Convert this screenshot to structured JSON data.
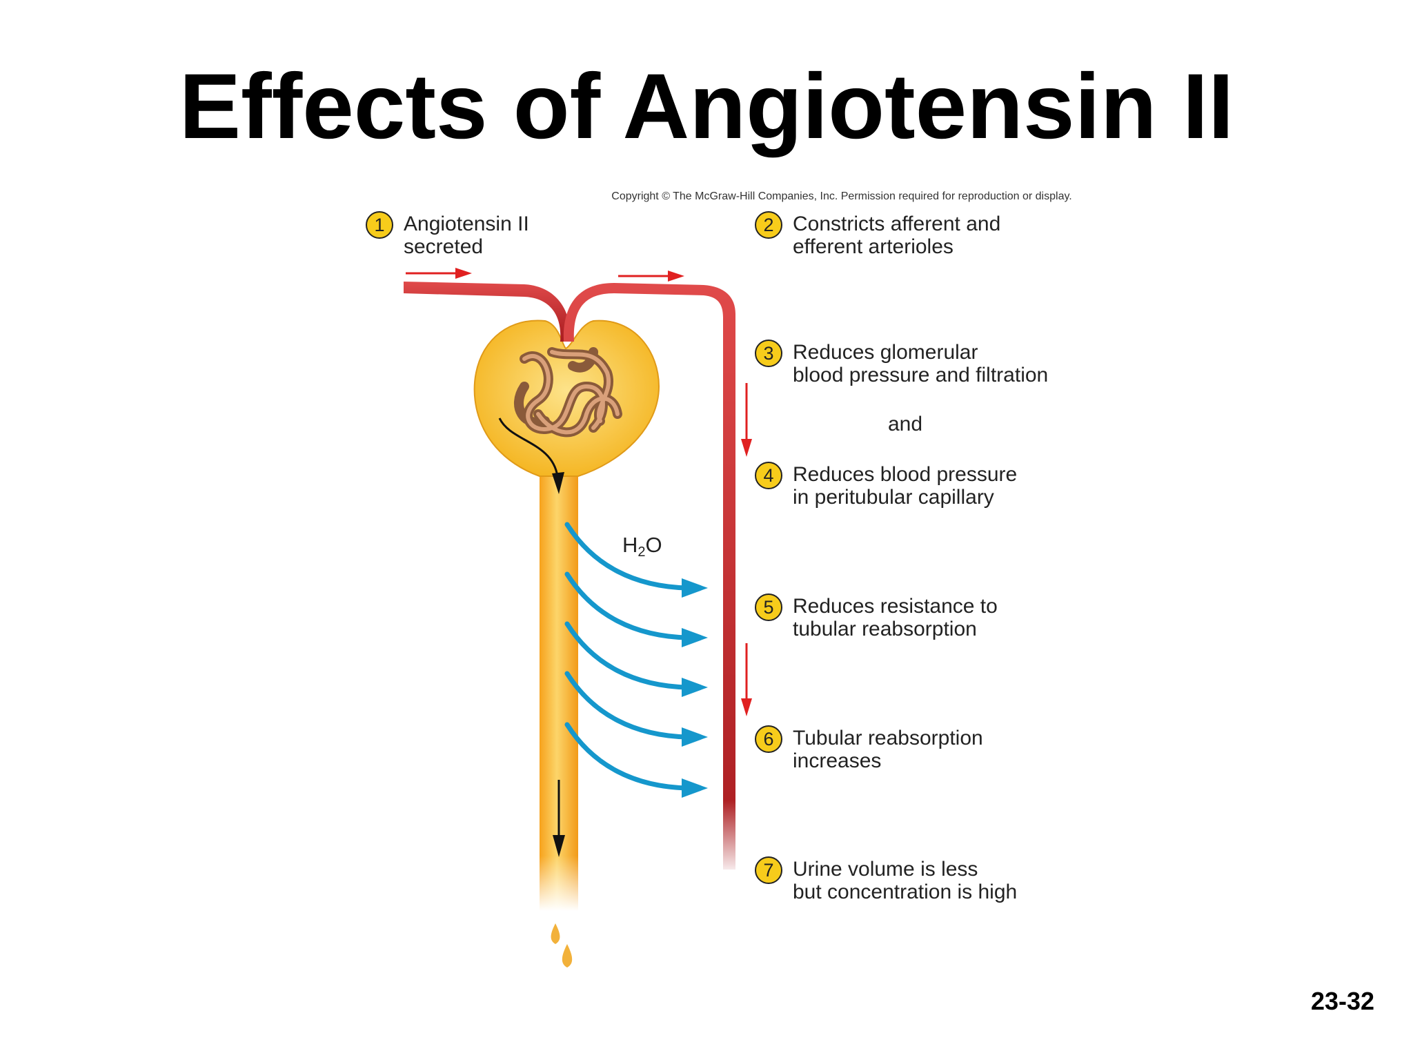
{
  "slide": {
    "title": "Effects of Angiotensin II",
    "copyright": "Copyright © The McGraw-Hill Companies, Inc. Permission required for reproduction or display.",
    "page_number": "23-32"
  },
  "steps": [
    {
      "number": "1",
      "line1": "Angiotensin II",
      "line2": "secreted"
    },
    {
      "number": "2",
      "line1": "Constricts afferent and",
      "line2": "efferent arterioles"
    },
    {
      "number": "3",
      "line1": "Reduces glomerular",
      "line2": "blood pressure and filtration"
    },
    {
      "number": "4",
      "line1": "Reduces blood pressure",
      "line2": "in peritubular capillary"
    },
    {
      "number": "5",
      "line1": "Reduces resistance to",
      "line2": "tubular reabsorption"
    },
    {
      "number": "6",
      "line1": "Tubular reabsorption",
      "line2": "increases"
    },
    {
      "number": "7",
      "line1": "Urine volume is less",
      "line2": "but concentration is high"
    }
  ],
  "labels": {
    "and": "and",
    "h2o_main": "H",
    "h2o_sub": "2",
    "h2o_tail": "O"
  },
  "colors": {
    "blood_vessel": "#c8262b",
    "tubule": "#f5b53a",
    "capsule": "#f9cf2f",
    "water_arrow": "#1597cc",
    "flow_arrow": "#e02020",
    "badge": "#f7cc1b"
  }
}
